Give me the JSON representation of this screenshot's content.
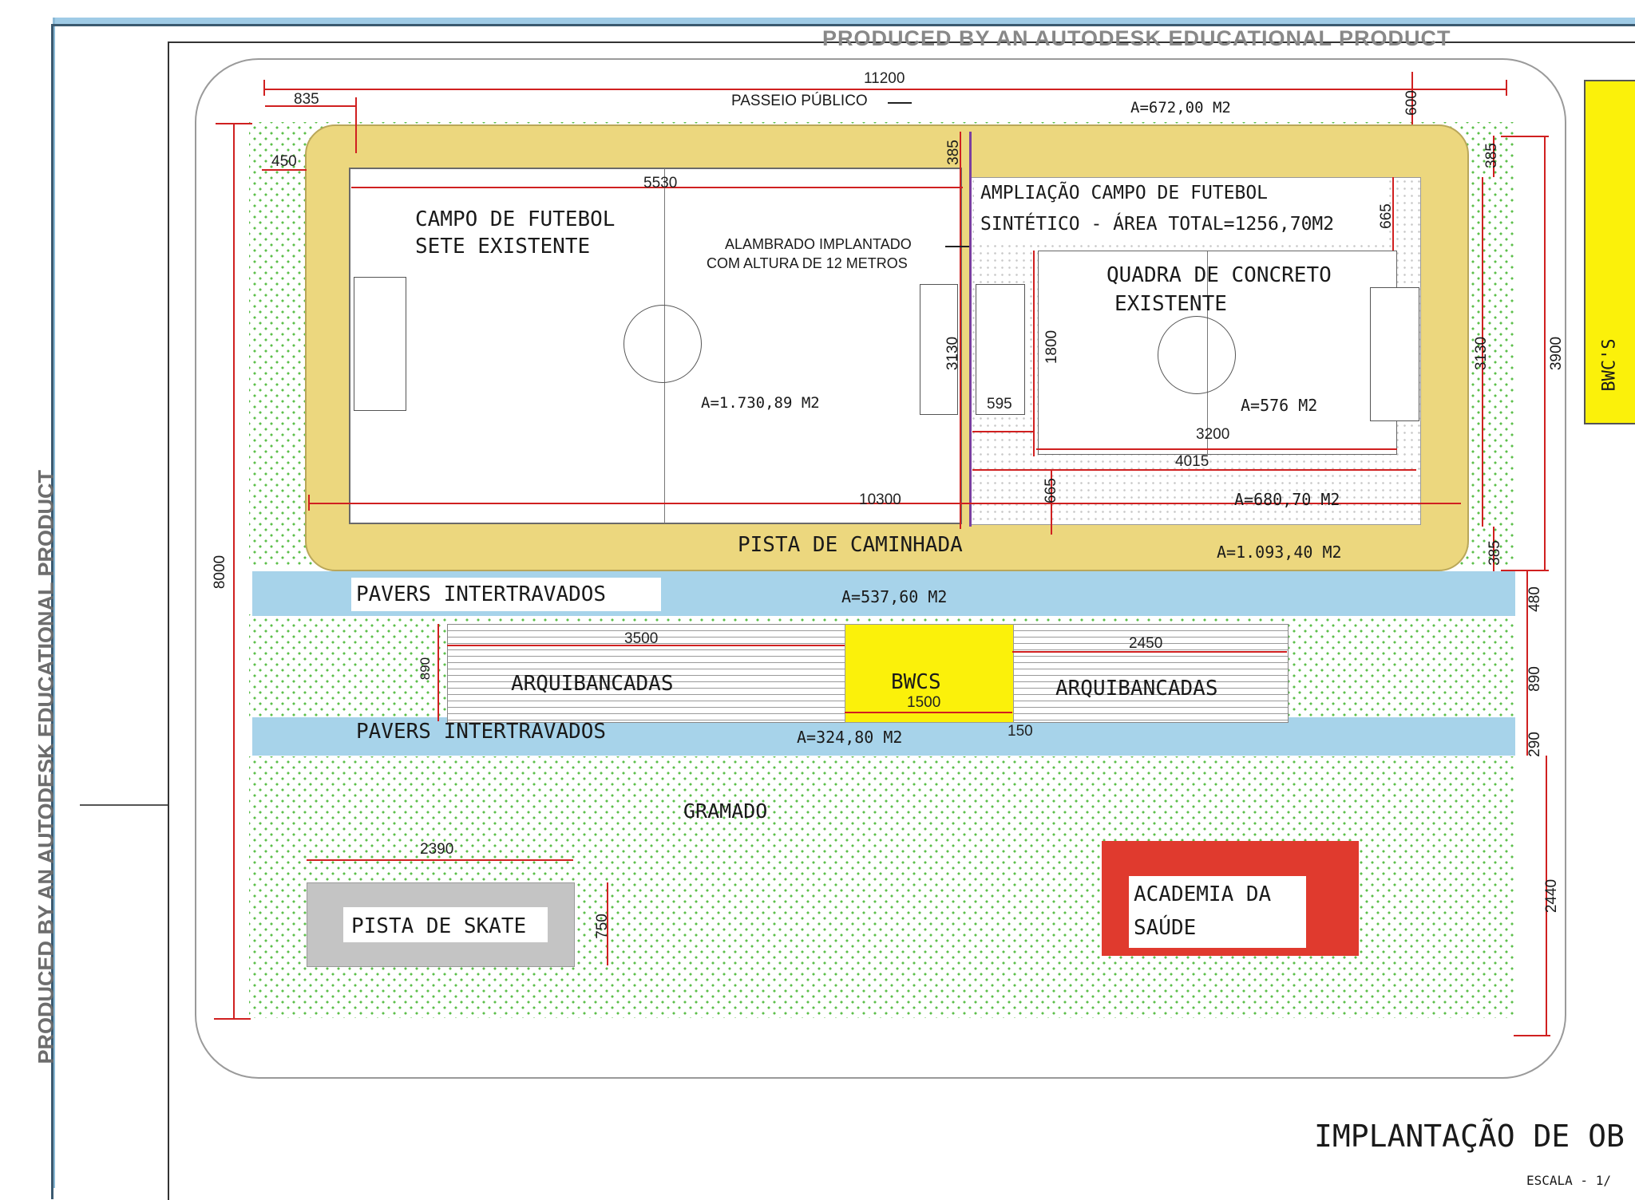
{
  "watermarks": {
    "top": "PRODUCED BY AN AUTODESK EDUCATIONAL PRODUCT",
    "side": "PRODUCED BY AN AUTODESK EDUCATIONAL PRODUCT"
  },
  "colors": {
    "walking_track": "#ecd77e",
    "pavers": "#a7d3ea",
    "grass_dots": "#5cbf4a",
    "bwcs": "#fbf10a",
    "academia": "#e03a2e",
    "skate": "#c4c4c4",
    "dimension_lines": "#d02020",
    "frame_blue": "#9fcbe6"
  },
  "top_area": {
    "passeio_label": "PASSEIO PÚBLICO",
    "area": "A=672,00 M2",
    "width_total": "11200",
    "dim_835": "835",
    "dim_600": "600",
    "dim_450": "450"
  },
  "campo": {
    "title_l1": "CAMPO DE FUTEBOL",
    "title_l2": "SETE EXISTENTE",
    "area": "A=1.730,89 M2",
    "dim_5530": "5530",
    "dim_10300": "10300",
    "dim_385": "385",
    "dim_3130": "3130"
  },
  "alambrado": {
    "l1": "ALAMBRADO IMPLANTADO",
    "l2": "COM ALTURA DE 12 METROS"
  },
  "ampliacao": {
    "l1": "AMPLIAÇÃO CAMPO DE FUTEBOL",
    "l2": "SINTÉTICO - ÁREA TOTAL=1256,70M2",
    "dim_665_top": "665",
    "dim_665_bottom": "665",
    "area": "A=680,70 M2",
    "dim_4015": "4015"
  },
  "quadra": {
    "l1": "QUADRA DE CONCRETO",
    "l2": "EXISTENTE",
    "area": "A=576 M2",
    "dim_1800": "1800",
    "dim_595": "595",
    "dim_3200": "3200"
  },
  "right_dims": {
    "dim_385_top": "385",
    "dim_3130": "3130",
    "dim_3900": "3900",
    "dim_385_bottom": "385",
    "dim_480": "480",
    "dim_890": "890",
    "dim_290": "290",
    "dim_2440": "2440"
  },
  "left_dims": {
    "dim_8000": "8000",
    "dim_890": "890"
  },
  "pista": {
    "label": "PISTA DE CAMINHADA",
    "area": "A=1.093,40 M2"
  },
  "pavers_1": {
    "label": "PAVERS INTERTRAVADOS",
    "area": "A=537,60 M2"
  },
  "arquibancadas": {
    "left_label": "ARQUIBANCADAS",
    "right_label": "ARQUIBANCADAS",
    "dim_3500": "3500",
    "dim_2450": "2450"
  },
  "bwcs_center": {
    "label": "BWCS",
    "dim_1500": "1500"
  },
  "pavers_2": {
    "label": "PAVERS INTERTRAVADOS",
    "area": "A=324,80 M2",
    "dim_150": "150"
  },
  "gramado": {
    "label": "GRAMADO"
  },
  "skate": {
    "label": "PISTA DE SKATE",
    "dim_2390": "2390",
    "dim_750": "750"
  },
  "academia": {
    "l1": "ACADEMIA DA",
    "l2": "SAÚDE"
  },
  "side_panel": {
    "label": "BWC'S"
  },
  "title_block": {
    "title": "IMPLANTAÇÃO DE OB",
    "scale": "ESCALA - 1/"
  }
}
